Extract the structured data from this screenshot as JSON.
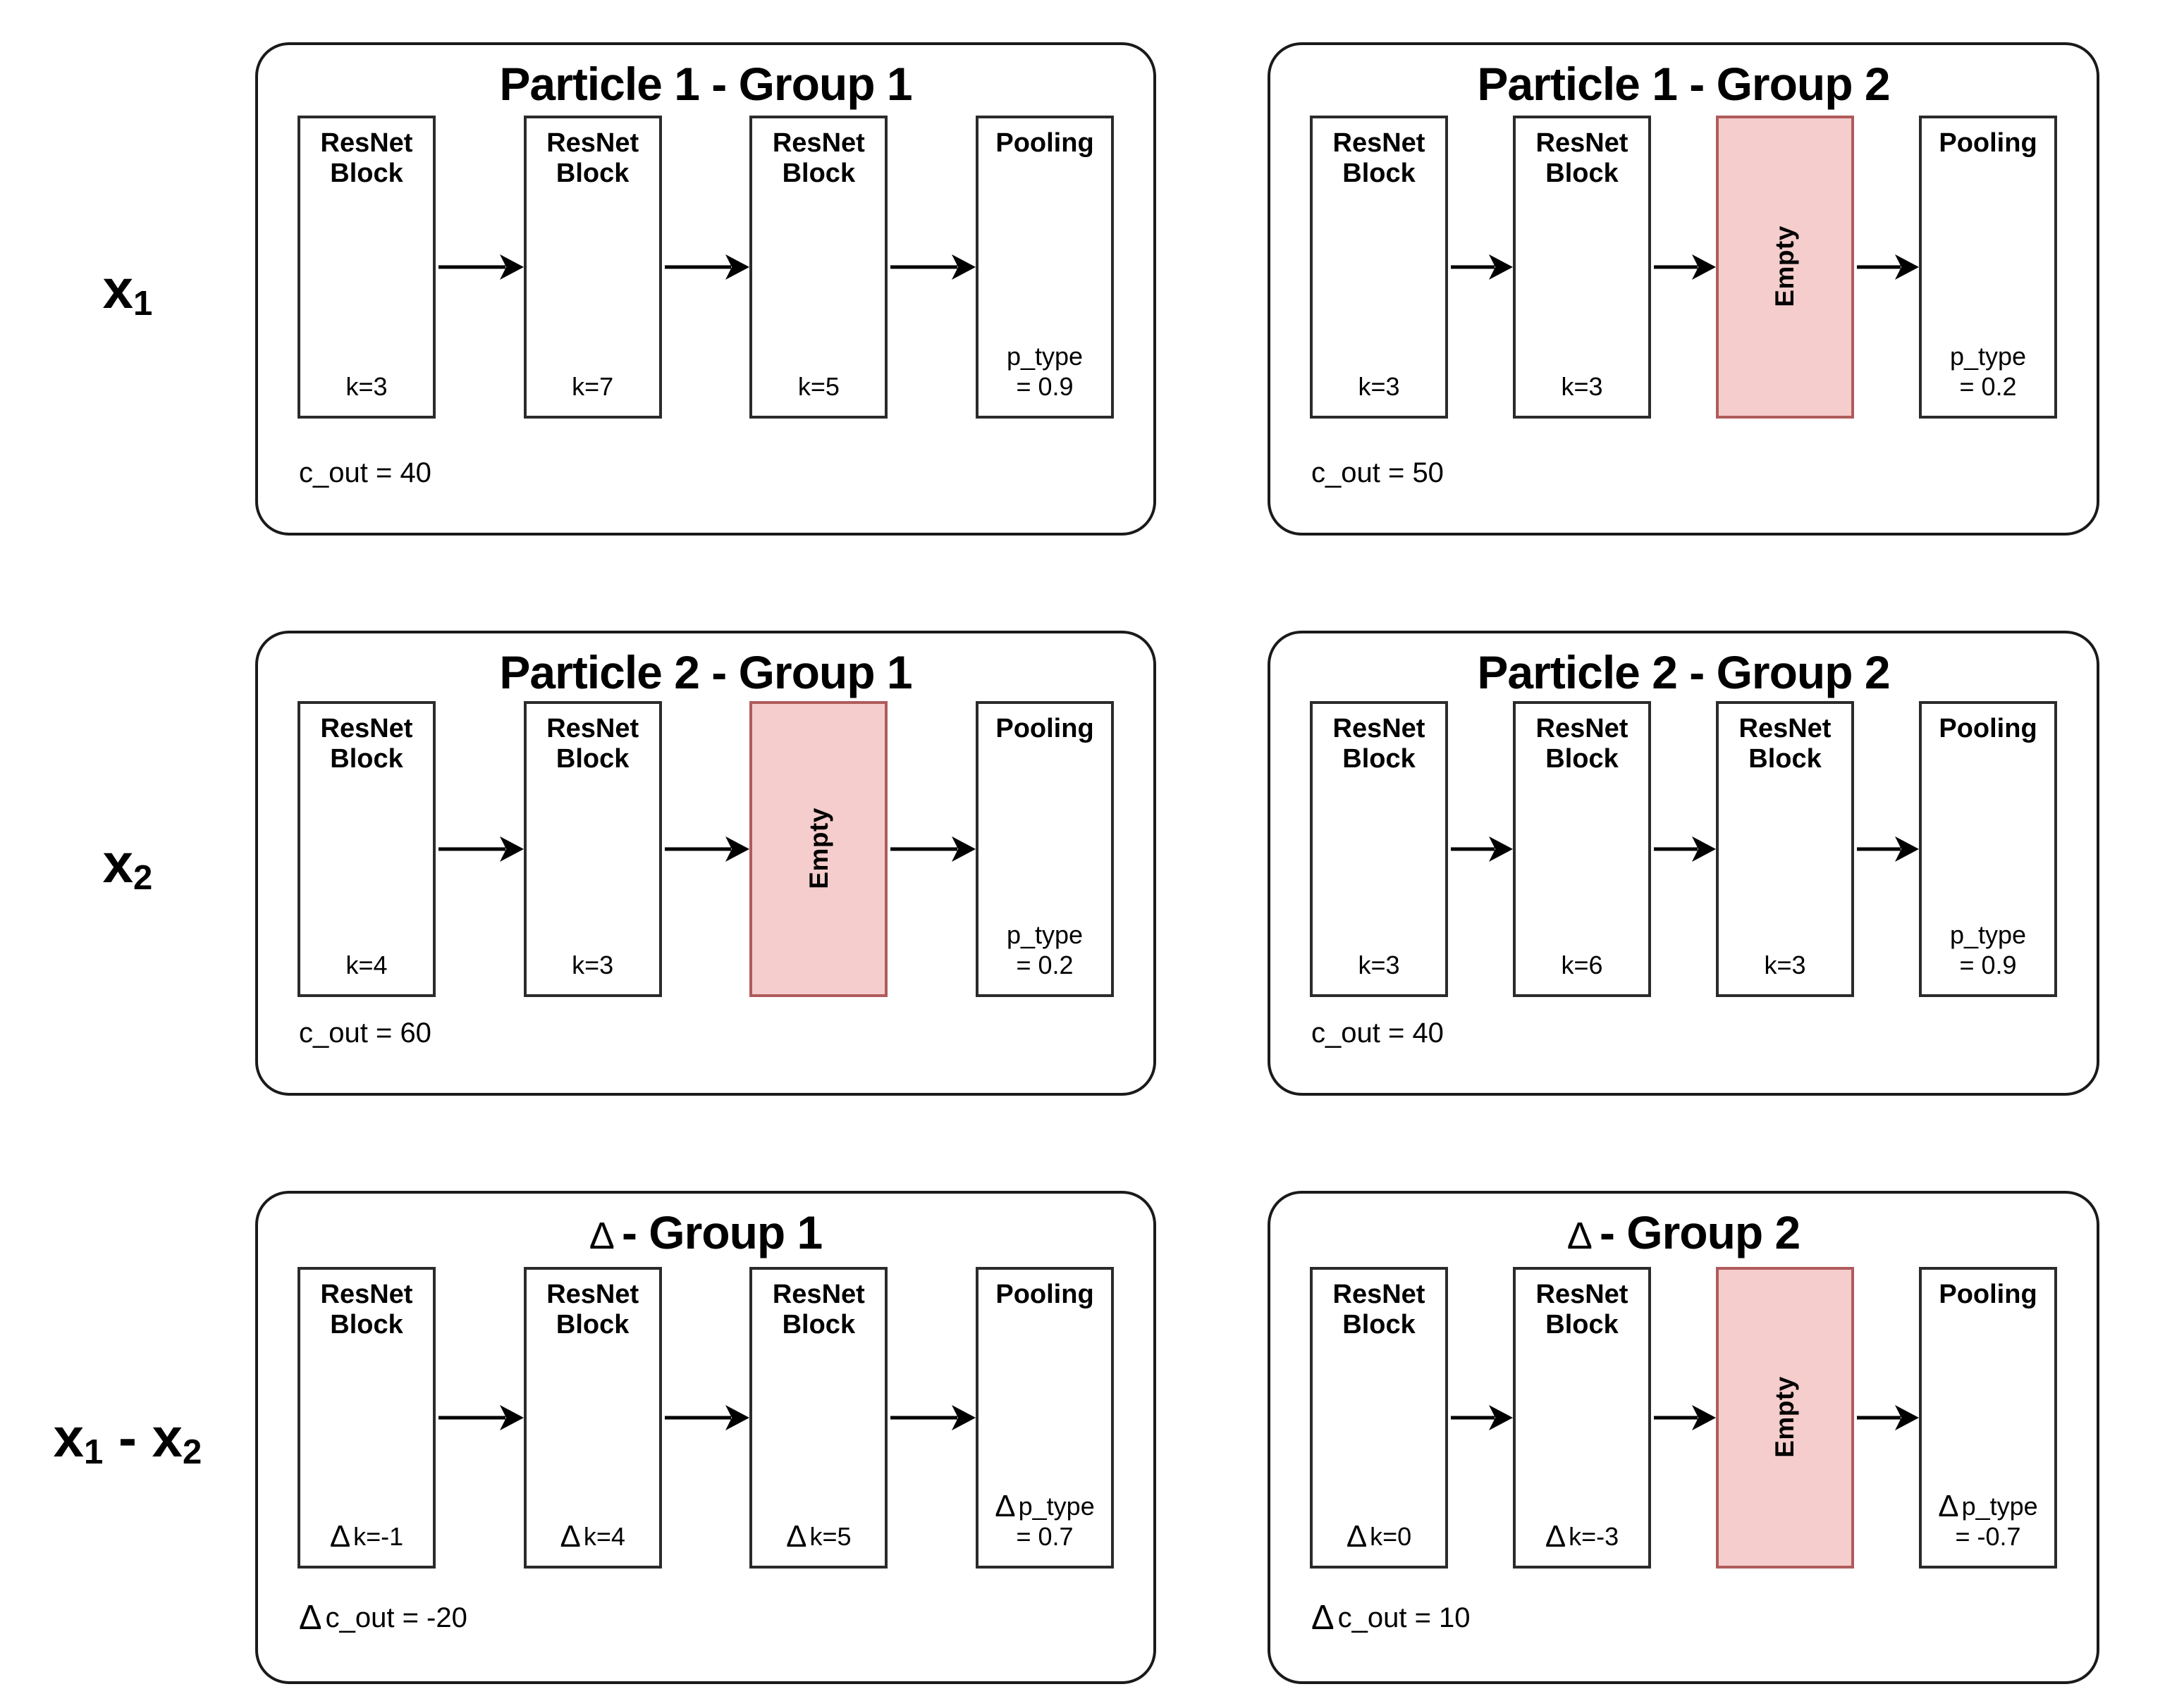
{
  "figure": {
    "pink_fill": "#f5cdcd",
    "pink_border": "#b05b5b",
    "line_color": "#000000",
    "delta_symbol": "Δ"
  },
  "rows": [
    {
      "label_main": "x",
      "label_sub": "1",
      "label_tail": "",
      "panels": [
        {
          "title": "Particle 1 - Group 1",
          "title_delta": "",
          "blocks": [
            {
              "kind": "resnet",
              "title": "ResNet\nBlock",
              "sub": "k=3",
              "delta": false
            },
            {
              "kind": "resnet",
              "title": "ResNet\nBlock",
              "sub": "k=7",
              "delta": false
            },
            {
              "kind": "resnet",
              "title": "ResNet\nBlock",
              "sub": "k=5",
              "delta": false
            },
            {
              "kind": "pooling",
              "title": "Pooling",
              "sub": "p_type\n= 0.9",
              "delta": false
            }
          ],
          "footer": "c_out = 40",
          "footer_delta": false
        },
        {
          "title": "Particle 1 - Group 2",
          "title_delta": "",
          "blocks": [
            {
              "kind": "resnet",
              "title": "ResNet\nBlock",
              "sub": "k=3",
              "delta": false
            },
            {
              "kind": "resnet",
              "title": "ResNet\nBlock",
              "sub": "k=3",
              "delta": false
            },
            {
              "kind": "empty",
              "title": "Empty",
              "sub": "",
              "delta": false
            },
            {
              "kind": "pooling",
              "title": "Pooling",
              "sub": "p_type\n= 0.2",
              "delta": false
            }
          ],
          "footer": "c_out = 50",
          "footer_delta": false
        }
      ]
    },
    {
      "label_main": "x",
      "label_sub": "2",
      "label_tail": "",
      "panels": [
        {
          "title": "Particle 2 - Group 1",
          "title_delta": "",
          "blocks": [
            {
              "kind": "resnet",
              "title": "ResNet\nBlock",
              "sub": "k=4",
              "delta": false
            },
            {
              "kind": "resnet",
              "title": "ResNet\nBlock",
              "sub": "k=3",
              "delta": false
            },
            {
              "kind": "empty",
              "title": "Empty",
              "sub": "",
              "delta": false
            },
            {
              "kind": "pooling",
              "title": "Pooling",
              "sub": "p_type\n= 0.2",
              "delta": false
            }
          ],
          "footer": "c_out = 60",
          "footer_delta": false
        },
        {
          "title": "Particle 2 - Group 2",
          "title_delta": "",
          "blocks": [
            {
              "kind": "resnet",
              "title": "ResNet\nBlock",
              "sub": "k=3",
              "delta": false
            },
            {
              "kind": "resnet",
              "title": "ResNet\nBlock",
              "sub": "k=6",
              "delta": false
            },
            {
              "kind": "resnet",
              "title": "ResNet\nBlock",
              "sub": "k=3",
              "delta": false
            },
            {
              "kind": "pooling",
              "title": "Pooling",
              "sub": "p_type\n= 0.9",
              "delta": false
            }
          ],
          "footer": "c_out = 40",
          "footer_delta": false
        }
      ]
    },
    {
      "label_main": "x",
      "label_sub": "1",
      "label_tail": " - x",
      "label_sub2": "2",
      "panels": [
        {
          "title": "- Group 1",
          "title_delta": "Δ",
          "blocks": [
            {
              "kind": "resnet",
              "title": "ResNet\nBlock",
              "sub": "k=-1",
              "delta": true
            },
            {
              "kind": "resnet",
              "title": "ResNet\nBlock",
              "sub": "k=4",
              "delta": true
            },
            {
              "kind": "resnet",
              "title": "ResNet\nBlock",
              "sub": "k=5",
              "delta": true
            },
            {
              "kind": "pooling",
              "title": "Pooling",
              "sub": "p_type\n= 0.7",
              "delta": true
            }
          ],
          "footer": "c_out = -20",
          "footer_delta": true
        },
        {
          "title": "- Group 2",
          "title_delta": "Δ",
          "blocks": [
            {
              "kind": "resnet",
              "title": "ResNet\nBlock",
              "sub": "k=0",
              "delta": true
            },
            {
              "kind": "resnet",
              "title": "ResNet\nBlock",
              "sub": "k=-3",
              "delta": true
            },
            {
              "kind": "empty",
              "title": "Empty",
              "sub": "",
              "delta": false
            },
            {
              "kind": "pooling",
              "title": "Pooling",
              "sub": "p_type\n= -0.7",
              "delta": true
            }
          ],
          "footer": "c_out = 10",
          "footer_delta": true
        }
      ]
    }
  ]
}
